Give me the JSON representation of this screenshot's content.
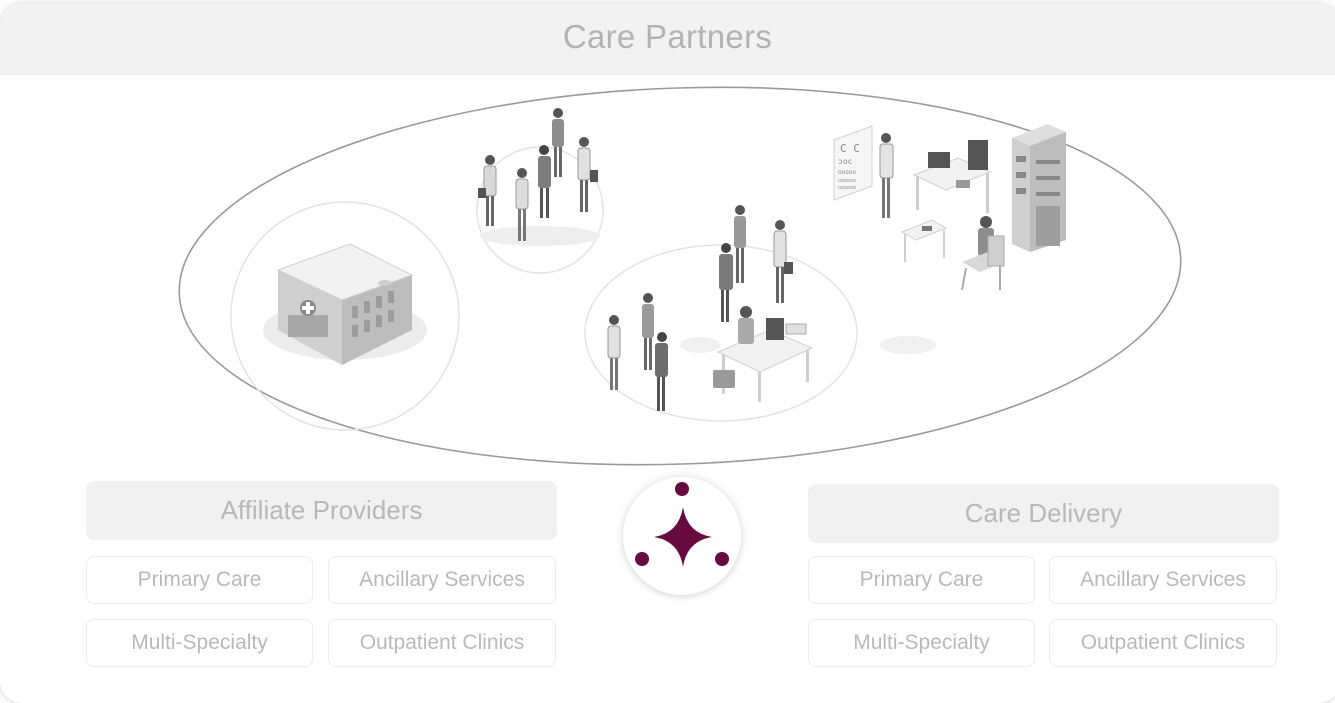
{
  "header": {
    "title": "Care Partners"
  },
  "affiliate": {
    "title": "Affiliate Providers",
    "items": [
      "Primary Care",
      "Ancillary Services",
      "Multi-Specialty",
      "Outpatient Clinics"
    ]
  },
  "delivery": {
    "title": "Care Delivery",
    "items": [
      "Primary Care",
      "Ancillary Services",
      "Multi-Specialty",
      "Outpatient Clinics"
    ]
  },
  "colors": {
    "accent": "#660a3f",
    "header_bg": "#f2f2f2",
    "muted_text": "#b8b8b8"
  },
  "illustration": {
    "scenes": [
      "hospital-building-icon",
      "doctors-group-icon",
      "meeting-scene-icon",
      "eye-exam-room-icon"
    ]
  },
  "hub_icon": "sparkle-logo-icon"
}
